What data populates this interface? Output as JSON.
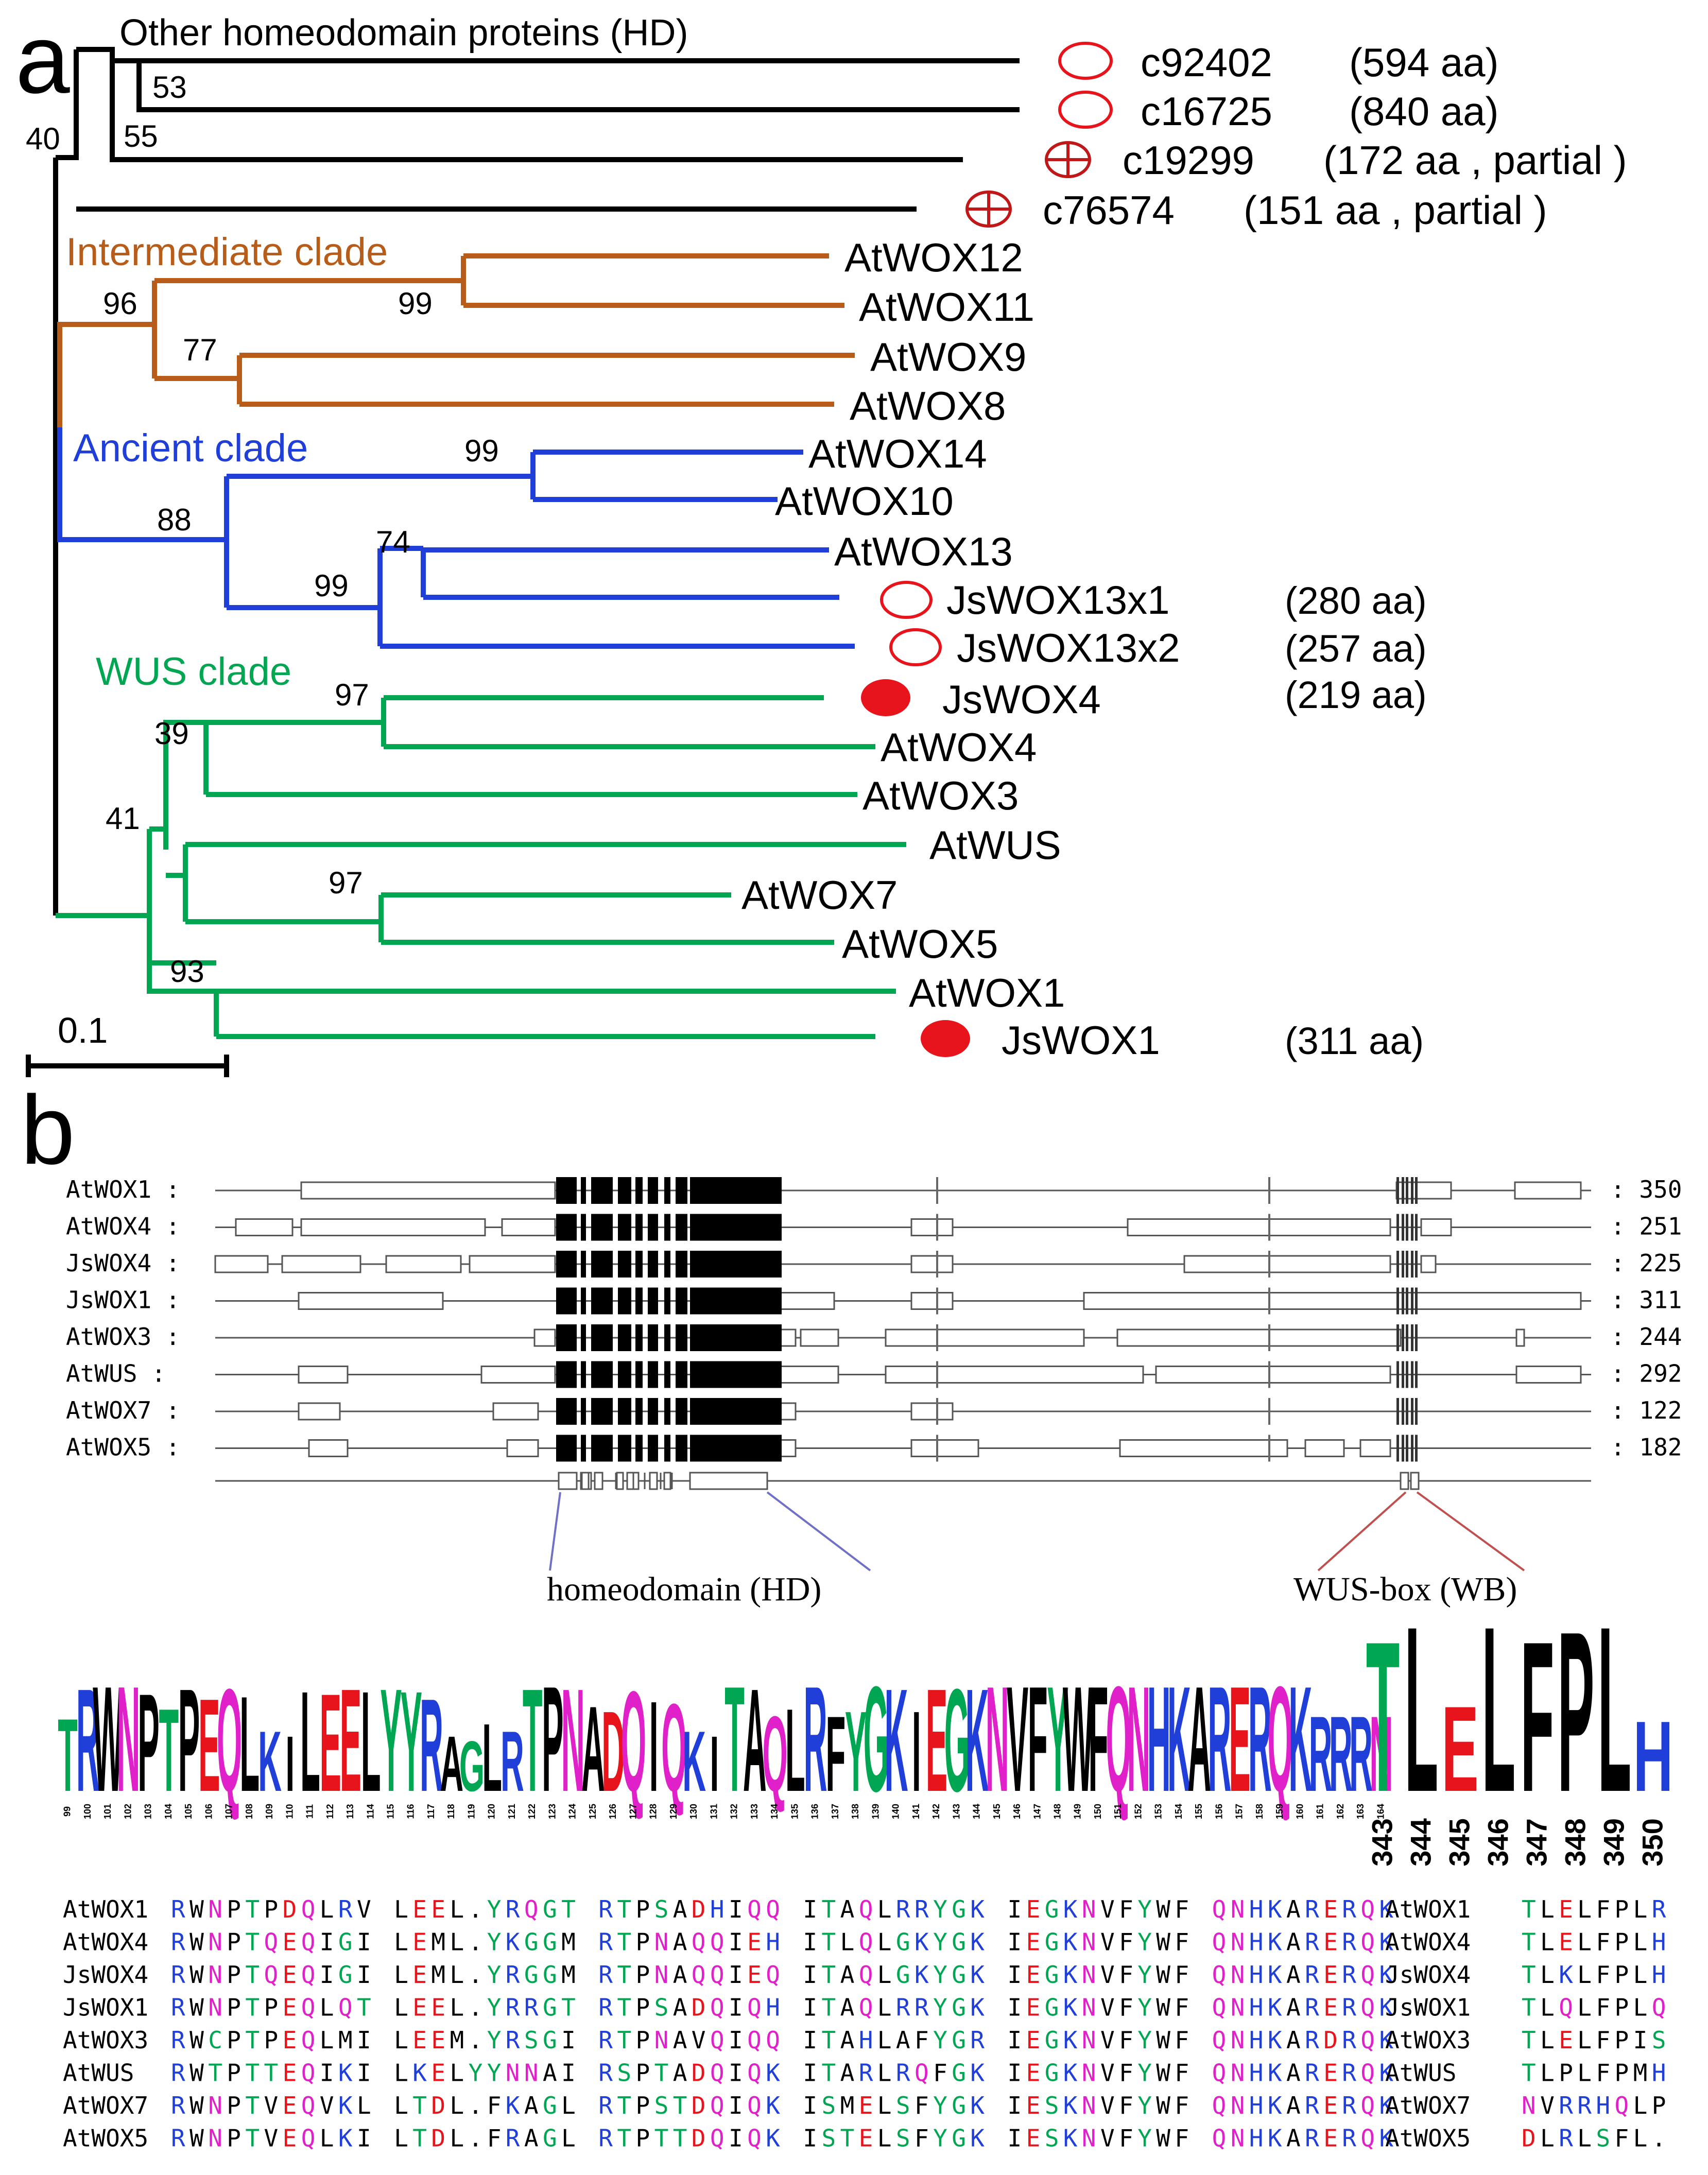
{
  "panel_a": {
    "label": "a",
    "clades": {
      "other": {
        "label": "Other homeodomain proteins (HD)",
        "color": "#000000"
      },
      "intermediate": {
        "label": "Intermediate clade",
        "color": "#b85c1a"
      },
      "ancient": {
        "label": "Ancient clade",
        "color": "#1f3fd8"
      },
      "wus": {
        "label": "WUS clade",
        "color": "#00a651"
      }
    },
    "bootstrap": [
      "53",
      "55",
      "40",
      "96",
      "99",
      "77",
      "99",
      "88",
      "74",
      "99",
      "97",
      "39",
      "41",
      "97",
      "93"
    ],
    "taxa": [
      {
        "name": "c92402",
        "size": "(594 aa)",
        "marker": "open-circle"
      },
      {
        "name": "c16725",
        "size": "(840 aa)",
        "marker": "open-circle"
      },
      {
        "name": "c19299",
        "size": "(172 aa , partial  )",
        "marker": "crossed-circle"
      },
      {
        "name": "c76574",
        "size": "(151 aa , partial  )",
        "marker": "crossed-circle"
      },
      {
        "name": "AtWOX12",
        "size": "",
        "marker": ""
      },
      {
        "name": "AtWOX11",
        "size": "",
        "marker": ""
      },
      {
        "name": "AtWOX9",
        "size": "",
        "marker": ""
      },
      {
        "name": "AtWOX8",
        "size": "",
        "marker": ""
      },
      {
        "name": "AtWOX14",
        "size": "",
        "marker": ""
      },
      {
        "name": "AtWOX10",
        "size": "",
        "marker": ""
      },
      {
        "name": "AtWOX13",
        "size": "",
        "marker": ""
      },
      {
        "name": "JsWOX13x1",
        "size": "(280 aa)",
        "marker": "open-circle"
      },
      {
        "name": "JsWOX13x2",
        "size": "(257 aa)",
        "marker": "open-circle"
      },
      {
        "name": "JsWOX4",
        "size": "(219 aa)",
        "marker": "filled-circle"
      },
      {
        "name": "AtWOX4",
        "size": "",
        "marker": ""
      },
      {
        "name": "AtWOX3",
        "size": "",
        "marker": ""
      },
      {
        "name": "AtWUS",
        "size": "",
        "marker": ""
      },
      {
        "name": "AtWOX7",
        "size": "",
        "marker": ""
      },
      {
        "name": "AtWOX5",
        "size": "",
        "marker": ""
      },
      {
        "name": "AtWOX1",
        "size": "",
        "marker": ""
      },
      {
        "name": "JsWOX1",
        "size": "(311 aa)",
        "marker": "filled-circle"
      }
    ],
    "scale_bar": "0.1"
  },
  "panel_b": {
    "label": "b",
    "proteins": [
      {
        "name": "AtWOX1",
        "length": "350"
      },
      {
        "name": "AtWOX4",
        "length": "251"
      },
      {
        "name": "JsWOX4",
        "length": "225"
      },
      {
        "name": "JsWOX1",
        "length": "311"
      },
      {
        "name": "AtWOX3",
        "length": "244"
      },
      {
        "name": "AtWUS",
        "length": "292"
      },
      {
        "name": "AtWOX7",
        "length": "122"
      },
      {
        "name": "AtWOX5",
        "length": "182"
      }
    ],
    "domains": {
      "hd": "homeodomain (HD)",
      "wb": "WUS-box (WB)"
    },
    "logo_hd_positions": [
      "99",
      "100",
      "101",
      "102",
      "103",
      "104",
      "105",
      "106",
      "107",
      "108",
      "109",
      "110",
      "111",
      "112",
      "113",
      "114",
      "115",
      "116",
      "117",
      "118",
      "119",
      "120",
      "121",
      "122",
      "123",
      "124",
      "125",
      "126",
      "127",
      "128",
      "129",
      "130",
      "131",
      "132",
      "133",
      "134",
      "135",
      "136",
      "137",
      "138",
      "139",
      "140",
      "141",
      "142",
      "143",
      "144",
      "145",
      "146",
      "147",
      "148",
      "149",
      "150",
      "151",
      "152",
      "153",
      "154",
      "155",
      "156",
      "157",
      "158",
      "159",
      "160",
      "161",
      "162",
      "163",
      "164"
    ],
    "logo_hd_top": [
      "T",
      "R",
      "W",
      "N",
      "P",
      "T",
      "P",
      "E",
      "Q",
      "L",
      "K",
      "I",
      "L",
      "E",
      "E",
      "L",
      "Y",
      "Y",
      "R",
      "A",
      "G",
      "L",
      "R",
      "T",
      "P",
      "N",
      "A",
      "D",
      "Q",
      "I",
      "Q",
      "K",
      "I",
      "T",
      "A",
      "Q",
      "L",
      "R",
      "F",
      "Y",
      "G",
      "K",
      "I",
      "E",
      "G",
      "K",
      "N",
      "V",
      "F",
      "Y",
      "W",
      "F",
      "Q",
      "N",
      "H",
      "K",
      "A",
      "R",
      "E",
      "R",
      "Q",
      "K",
      "R",
      "R",
      "R",
      "N"
    ],
    "logo_wb_positions": [
      "343",
      "344",
      "345",
      "346",
      "347",
      "348",
      "349",
      "350"
    ],
    "logo_wb_top": [
      "T",
      "L",
      "E",
      "L",
      "F",
      "P",
      "L",
      "H"
    ],
    "alignment_hd": [
      {
        "name": "AtWOX1",
        "seq": "RWNPTPDQLRV LEEL.YRQGT RTPSADHIQQ ITAQLRRYGK IEGKNVFYWF QNHKARERQK"
      },
      {
        "name": "AtWOX4",
        "seq": "RWNPTQEQIGI LEML.YKGGM RTPNAQQIEH ITLQLGKYGK IEGKNVFYWF QNHKARERQK"
      },
      {
        "name": "JsWOX4",
        "seq": "RWNPTQEQIGI LEML.YRGGM RTPNAQQIEQ ITAQLGKYGK IEGKNVFYWF QNHKARERQK"
      },
      {
        "name": "JsWOX1",
        "seq": "RWNPTPEQLQT LEEL.YRRGT RTPSADQIQH ITAQLRRYGK IEGKNVFYWF QNHKARERQK"
      },
      {
        "name": "AtWOX3",
        "seq": "RWCPTPEQLMI LEEM.YRSGI RTPNAVQIQQ ITAHLAFYGR IEGKNVFYWF QNHKARDRQK"
      },
      {
        "name": "AtWUS",
        "seq": "RWTPTTEQIKI LKELYYNNAI RSPTADQIQK ITARLRQFGK IEGKNVFYWF QNHKARERQK"
      },
      {
        "name": "AtWOX7",
        "seq": "RWNPTVEQVKL LTDL.FKAGL RTPSTDQIQK ISMELSFYGK IESKNVFYWF QNHKARERQK"
      },
      {
        "name": "AtWOX5",
        "seq": "RWNPTVEQLKI LTDL.FRAGL RTPTTDQIQK ISTELSFYGK IESKNVFYWF QNHKARERQK"
      }
    ],
    "alignment_wb": [
      {
        "name": "AtWOX1",
        "seq": "TLELFPLR"
      },
      {
        "name": "AtWOX4",
        "seq": "TLELFPLH"
      },
      {
        "name": "JsWOX4",
        "seq": "TLKLFPLH"
      },
      {
        "name": "JsWOX1",
        "seq": "TLQLFPLQ"
      },
      {
        "name": "AtWOX3",
        "seq": "TLELFPIS"
      },
      {
        "name": "AtWUS",
        "seq": "TLPLFPMH"
      },
      {
        "name": "AtWOX7",
        "seq": "NVRRHQLP"
      },
      {
        "name": "AtWOX5",
        "seq": "DLRLSFL."
      }
    ],
    "residue_colors": {
      "hydrophobic": "#000000",
      "polar": "#00a651",
      "acidic": "#e8141c",
      "basic": "#1f3fd8",
      "amide": "#e020c8"
    }
  }
}
